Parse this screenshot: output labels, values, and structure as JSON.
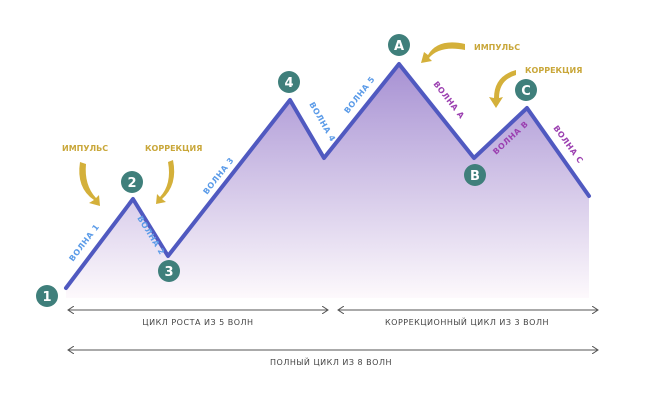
{
  "points": [
    "1",
    "2",
    "3",
    "4",
    "A",
    "B",
    "C"
  ],
  "waves": [
    "ВОЛНА 1",
    "ВОЛНА 2",
    "ВОЛНА 3",
    "ВОЛНА 4",
    "ВОЛНА 5",
    "ВОЛНА А",
    "ВОЛНА В",
    "ВОЛНА С"
  ],
  "annotations": {
    "impulse_left": "ИМПУЛЬС",
    "correction_left": "КОРРЕКЦИЯ",
    "impulse_right": "ИМПУЛЬС",
    "correction_right": "КОРРЕКЦИЯ"
  },
  "cycles": {
    "growth": "ЦИКЛ РОСТА ИЗ 5 ВОЛН",
    "correction": "КОРРЕКЦИОННЫЙ ЦИКЛ ИЗ 3 ВОЛН",
    "full": "ПОЛНЫЙ ЦИКЛ ИЗ 8 ВОЛН"
  },
  "colors": {
    "line": "#5059c0",
    "circle": "#3f7f7b",
    "arrow": "#d4b03a",
    "fill_top": "#a791d3",
    "fill_bottom": "#fdf9fc"
  }
}
